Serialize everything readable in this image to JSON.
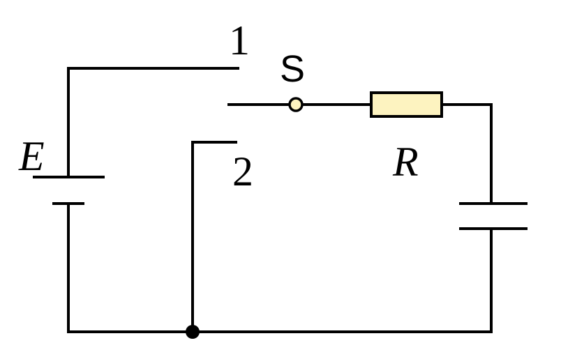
{
  "labels": {
    "emf": "E",
    "switch": "S",
    "resistor": "R",
    "contact_1": "1",
    "contact_2": "2"
  },
  "colors": {
    "wire": "#000000",
    "resistor_fill": "#fdf3c0",
    "switch_pivot_fill": "#fdf3c0",
    "background": "#ffffff"
  }
}
